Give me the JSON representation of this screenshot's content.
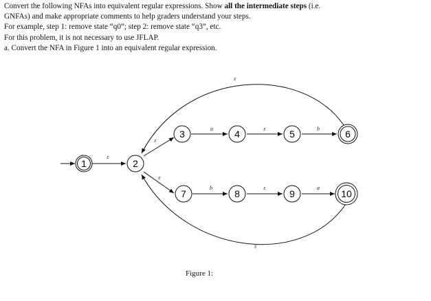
{
  "intro": {
    "line1_start": "Convert the following NFAs into equivalent regular expressions. Show ",
    "line1_bold": "all the intermediate steps",
    "line1_end": " (i.e.",
    "line2": "GNFAs) and make appropriate comments to help graders understand your steps.",
    "line3": "For example, step 1: remove state “q0”; step 2: remove state “q3”, etc.",
    "line4": "For this problem, it is not necessary to use JFLAP.",
    "line5": "a. Convert the NFA in Figure 1 into an equivalent regular expression."
  },
  "diagram": {
    "states": [
      "1",
      "2",
      "3",
      "4",
      "5",
      "6",
      "7",
      "8",
      "9",
      "10"
    ],
    "labels": {
      "e_1_2": "ε",
      "e_2_3": "ε",
      "a_3_4": "a",
      "e_4_5": "ε",
      "b_5_6": "b",
      "e_6_2": "ε",
      "e_2_7": "ε",
      "b_7_8": "b",
      "e_8_9": "ε",
      "a_9_10": "a",
      "e_10_2": "ε"
    }
  },
  "caption": "Figure 1:"
}
